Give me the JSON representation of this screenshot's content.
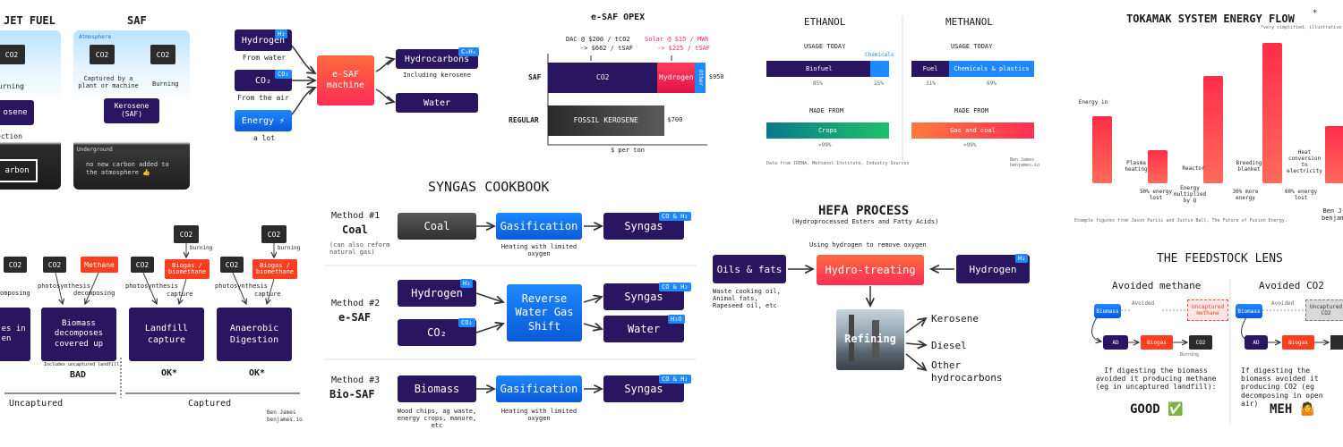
{
  "panel_saf": {
    "jet_fuel_title": "JET FUEL",
    "saf_title": "SAF",
    "atmosphere": "Atmosphere",
    "co2_left": "CO2",
    "co2_a": "CO2",
    "co2_b": "CO2",
    "burning_left": "urning",
    "captured": "Captured by a plant or machine",
    "burning": "Burning",
    "kerosene_left": "osene",
    "kerosene_saf": "Kerosene (SAF)",
    "extraction": "ection",
    "underground": "Underground",
    "carbon": "arbon",
    "no_new_carbon": "no new carbon added to the atmosphere 👍"
  },
  "panel_esaf": {
    "hydrogen": "Hydrogen",
    "h2_tag": "H₂",
    "from_water": "From water",
    "co2": "CO₂",
    "co2_tag": "CO₂",
    "from_air": "From the air",
    "energy": "Energy ⚡",
    "a_lot": "a lot",
    "machine": "e-SAF machine",
    "hydrocarbons": "Hydrocarbons",
    "cnhn_tag": "CₙHₙ",
    "including_kerosene": "Including kerosene",
    "water": "Water"
  },
  "panel_opex": {
    "title": "e-SAF OPEX",
    "dac_label": "DAC @ $200 / tCO2",
    "dac_sub": "-> $662 / tSAF",
    "solar_label": "Solar @ $15 / MWh",
    "solar_sub": "-> $225 / tSAF",
    "saf": "SAF",
    "regular": "REGULAR",
    "seg_co2": "CO2",
    "seg_hydrogen": "Hydrogen",
    "seg_other": "Other",
    "saf_total": "$950",
    "fossil": "FOSSIL KEROSENE",
    "regular_total": "$700",
    "axis": "$ per ton"
  },
  "panel_eth": {
    "ethanol": "ETHANOL",
    "methanol": "METHANOL",
    "usage_today": "USAGE TODAY",
    "usage_today_b": "USAGE TODAY",
    "biofuel": "Biofuel",
    "chemicals": "Chemicals",
    "pct_85": "85%",
    "pct_15": "15%",
    "fuel": "Fuel",
    "chem_plastics": "Chemicals & plastics",
    "pct_31": "31%",
    "pct_69": "69%",
    "made_from": "MADE FROM",
    "made_from_b": "MADE FROM",
    "crops": "Crops",
    "gas_coal": "Gas and coal",
    "pct_99a": ">99%",
    "pct_99b": ">99%",
    "source": "Data from IRENA, Methanol Institute, Industry Sources",
    "credit": "Ben James benjames.io"
  },
  "panel_tokamak": {
    "title": "TOKAMAK SYSTEM ENERGY FLOW",
    "star": "*",
    "subtitle": "*very simplified, illustrative",
    "energy_in": "Energy in",
    "plasma_heating": "Plasma heating",
    "reactor": "Reactor",
    "breeding_blanket": "Breeding blanket",
    "heat_conversion": "Heat conversion to electricity",
    "lost_50": "50% energy lost",
    "energy_mult": "Energy multiplied by Q",
    "more_30": "30% more energy",
    "lost_60": "60% energy lost",
    "footer": "Example figures from Jason Parisi and Justin Ball, The Future of Fusion Energy.",
    "credit": "Ben J benjam"
  },
  "panel_capture": {
    "co2_1": "CO2",
    "co2_2": "CO2",
    "methane": "Methane",
    "co2_3": "CO2",
    "co2_4": "CO2",
    "biogas_a": "Biogas / biomethane",
    "co2_5": "CO2",
    "co2_6": "CO2",
    "biogas_b": "Biogas / biomethane",
    "burning_a": "burning",
    "burning_b": "burning",
    "decomposing_left": "omposing",
    "photosynthesis_a": "photosynthesis",
    "decomposing_a": "decomposing",
    "photosynthesis_b": "photosynthesis",
    "capture_a": "capture",
    "photosynthesis_c": "photosynthesis",
    "capture_b": "capture",
    "box_left": "ss es in en",
    "box_decomp": "Biomass decomposes covered up",
    "box_landfill": "Landfill capture",
    "box_ad": "Anaerobic Digestion",
    "includes": "Includes uncaptured landfill",
    "bad": "BAD",
    "ok_a": "OK*",
    "ok_b": "OK*",
    "uncaptured": "Uncaptured",
    "captured": "Captured",
    "credit_a": "Ben James",
    "credit_b": "benjames.io"
  },
  "panel_syngas": {
    "title": "SYNGAS COOKBOOK",
    "m1": "Method #1",
    "m1_name": "Coal",
    "m1_note": "(can also reform natural gas)",
    "coal": "Coal",
    "gasification": "Gasification",
    "heating": "Heating with limited oxygen",
    "syngas": "Syngas",
    "co_h2": "CO & H₂",
    "m2": "Method #2",
    "m2_name": "e-SAF",
    "hydrogen": "Hydrogen",
    "h2": "H₂",
    "co2": "CO₂",
    "co2_tag": "CO₂",
    "rwgs": "Reverse Water Gas Shift",
    "syngas_2": "Syngas",
    "co_h2_2": "CO & H₂",
    "water": "Water",
    "h2o": "H₂O",
    "m3": "Method #3",
    "m3_name": "Bio-SAF",
    "biomass": "Biomass",
    "gasification_2": "Gasification",
    "heating_2": "Heating with limited oxygen",
    "syngas_3": "Syngas",
    "co_h2_3": "CO & H₂",
    "feedstocks": "Wood chips, ag waste, energy crops, manure, etc"
  },
  "panel_hefa": {
    "title": "HEFA PROCESS",
    "subtitle": "(Hydroprocessed Esters and Fatty Acids)",
    "using_h2": "Using hydrogen to remove oxygen",
    "oils": "Oils & fats",
    "oils_note": "Waste cooking oil, Animal fats, Rapeseed oil, etc",
    "hydrotreating": "Hydro-treating",
    "hydrogen": "Hydrogen",
    "h2": "H₂",
    "refining": "Refining",
    "kerosene": "Kerosene",
    "diesel": "Diesel",
    "other": "Other hydrocarbons"
  },
  "panel_feedstock": {
    "title": "THE FEEDSTOCK LENS",
    "avoided_methane": "Avoided methane",
    "avoided_co2": "Avoided CO2",
    "biomass": "Biomass",
    "avoided": "Avoided",
    "uncaptured_methane": "Uncaptured methane",
    "uncaptured_co2": "Uncaptured CO2",
    "ad": "AD",
    "biogas": "Biogas",
    "co2": "CO2",
    "burning": "Burning",
    "text_a": "If digesting the biomass avoided it producing methane (eg in uncaptured landfill):",
    "text_b": "If digesting the biomass avoided it producing CO2 (eg decomposing in open air)",
    "good": "GOOD ✅",
    "meh": "MEH 🤷",
    "biomass_b": "Biomass",
    "avoided_b": "Avoided",
    "ad_b": "AD",
    "biogas_b": "Biogas"
  },
  "colors": {
    "purple": "#2a1660",
    "blue": "#1e88ff",
    "red": "#ff3d4f",
    "orange": "#ff3d1f",
    "green": "#1fb07a"
  },
  "chart_data": [
    {
      "type": "bar",
      "title": "e-SAF OPEX",
      "xlabel": "$ per ton",
      "categories": [
        "SAF",
        "REGULAR"
      ],
      "series": [
        {
          "name": "CO2",
          "values": [
            662,
            0
          ]
        },
        {
          "name": "Hydrogen",
          "values": [
            225,
            0
          ]
        },
        {
          "name": "Other",
          "values": [
            63,
            0
          ]
        },
        {
          "name": "FOSSIL KEROSENE",
          "values": [
            0,
            700
          ]
        }
      ]
    },
    {
      "type": "bar",
      "title": "TOKAMAK SYSTEM ENERGY FLOW",
      "categories": [
        "Energy in",
        "Plasma heating",
        "Reactor",
        "Breeding blanket",
        "Heat conversion to electricity"
      ],
      "values": [
        1.0,
        0.5,
        1.6,
        2.1,
        0.85
      ]
    }
  ]
}
